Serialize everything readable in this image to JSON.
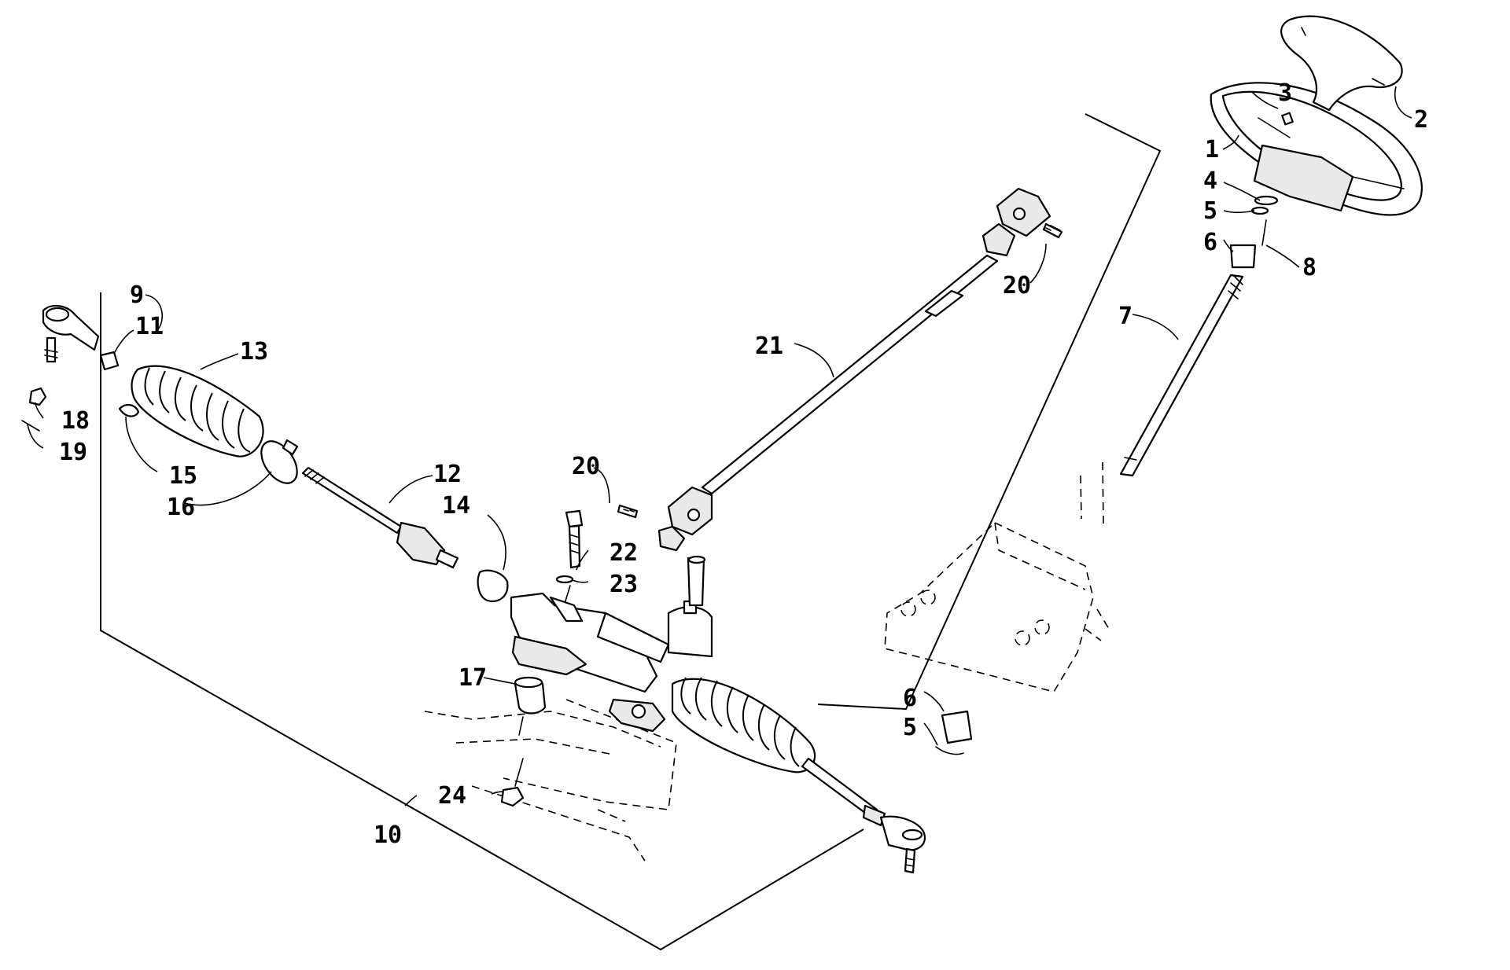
{
  "callouts": {
    "c1": "1",
    "c2": "2",
    "c3": "3",
    "c4": "4",
    "c5a": "5",
    "c5b": "5",
    "c6a": "6",
    "c6b": "6",
    "c7": "7",
    "c8": "8",
    "c9": "9",
    "c10": "10",
    "c11": "11",
    "c12": "12",
    "c13": "13",
    "c14": "14",
    "c15": "15",
    "c16": "16",
    "c17": "17",
    "c18": "18",
    "c19": "19",
    "c20a": "20",
    "c20b": "20",
    "c21": "21",
    "c22": "22",
    "c23": "23",
    "c24": "24"
  }
}
